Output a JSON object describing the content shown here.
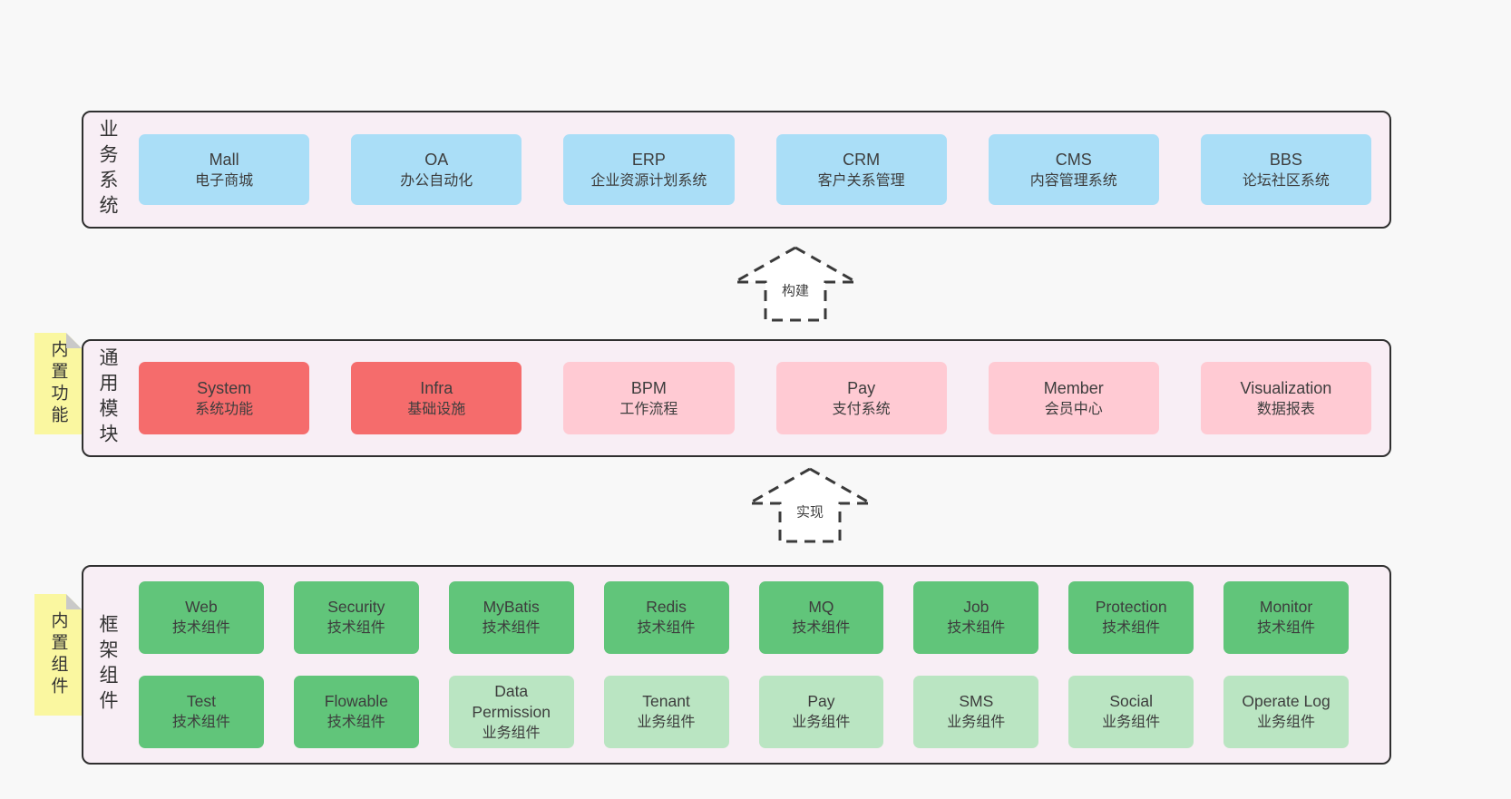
{
  "colors": {
    "page_bg": "#f8f8f8",
    "band_bg": "#f8eef5",
    "band_border": "#2f2f2f",
    "box_blue": "#aadef7",
    "box_red": "#f56c6c",
    "box_pink": "#ffcad3",
    "box_green": "#61c57a",
    "box_light_green": "#bae5c2",
    "sticky_yellow": "#faf7a0",
    "sticky_fold_gray": "#c9c9c9",
    "text": "#3d3d3d"
  },
  "bands": [
    {
      "label": "业务系统",
      "boxes": [
        {
          "title": "Mall",
          "subtitle": "电子商城"
        },
        {
          "title": "OA",
          "subtitle": "办公自动化"
        },
        {
          "title": "ERP",
          "subtitle": "企业资源计划系统"
        },
        {
          "title": "CRM",
          "subtitle": "客户关系管理"
        },
        {
          "title": "CMS",
          "subtitle": "内容管理系统"
        },
        {
          "title": "BBS",
          "subtitle": "论坛社区系统"
        }
      ]
    },
    {
      "label": "通用模块",
      "sticky_note": "内置功能",
      "boxes": [
        {
          "title": "System",
          "subtitle": "系统功能"
        },
        {
          "title": "Infra",
          "subtitle": "基础设施"
        },
        {
          "title": "BPM",
          "subtitle": "工作流程"
        },
        {
          "title": "Pay",
          "subtitle": "支付系统"
        },
        {
          "title": "Member",
          "subtitle": "会员中心"
        },
        {
          "title": "Visualization",
          "subtitle": "数据报表"
        }
      ]
    },
    {
      "label": "框架组件",
      "sticky_note": "内置组件",
      "boxes": [
        {
          "title": "Web",
          "subtitle": "技术组件"
        },
        {
          "title": "Security",
          "subtitle": "技术组件"
        },
        {
          "title": "MyBatis",
          "subtitle": "技术组件"
        },
        {
          "title": "Redis",
          "subtitle": "技术组件"
        },
        {
          "title": "MQ",
          "subtitle": "技术组件"
        },
        {
          "title": "Job",
          "subtitle": "技术组件"
        },
        {
          "title": "Protection",
          "subtitle": "技术组件"
        },
        {
          "title": "Monitor",
          "subtitle": "技术组件"
        },
        {
          "title": "Test",
          "subtitle": "技术组件"
        },
        {
          "title": "Flowable",
          "subtitle": "技术组件"
        },
        {
          "title": "Data Permission",
          "subtitle": "业务组件"
        },
        {
          "title": "Tenant",
          "subtitle": "业务组件"
        },
        {
          "title": "Pay",
          "subtitle": "业务组件"
        },
        {
          "title": "SMS",
          "subtitle": "业务组件"
        },
        {
          "title": "Social",
          "subtitle": "业务组件"
        },
        {
          "title": "Operate Log",
          "subtitle": "业务组件"
        }
      ]
    }
  ],
  "arrows": [
    {
      "label": "构建"
    },
    {
      "label": "实现"
    }
  ]
}
